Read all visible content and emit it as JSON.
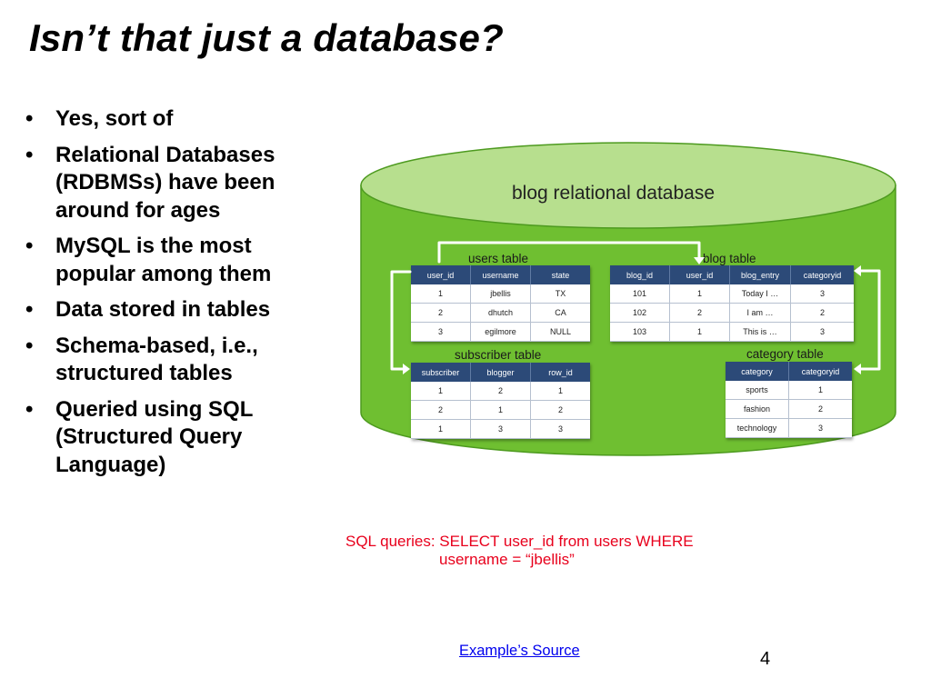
{
  "slide": {
    "title": "Isn’t that just a database?",
    "bullets": [
      "Yes, sort of",
      "Relational Databases (RDBMSs) have been around for ages",
      "MySQL is the most popular among them",
      "Data stored in tables",
      "Schema-based, i.e., structured tables",
      "Queried using SQL (Structured Query Language)"
    ],
    "bullet_symbol": "•",
    "sql_line1": "SQL queries: SELECT user_id from users WHERE",
    "sql_line2": "username = “jbellis”",
    "source_link": "Example’s Source",
    "page_number": "4"
  },
  "diagram": {
    "title": "blog relational database",
    "colors": {
      "cylinder_body": "#6fbf31",
      "cylinder_top": "#b7df8e",
      "table_header": "#2c4a78",
      "sql_text": "#e8001c"
    },
    "users_table": {
      "label": "users table",
      "headers": [
        "user_id",
        "username",
        "state"
      ],
      "rows": [
        [
          "1",
          "jbellis",
          "TX"
        ],
        [
          "2",
          "dhutch",
          "CA"
        ],
        [
          "3",
          "egilmore",
          "NULL"
        ]
      ]
    },
    "blog_table": {
      "label": "blog table",
      "headers": [
        "blog_id",
        "user_id",
        "blog_entry",
        "categoryid"
      ],
      "rows": [
        [
          "101",
          "1",
          "Today I …",
          "3"
        ],
        [
          "102",
          "2",
          "I am …",
          "2"
        ],
        [
          "103",
          "1",
          "This is …",
          "3"
        ]
      ]
    },
    "subscriber_table": {
      "label": "subscriber table",
      "headers": [
        "subscriber",
        "blogger",
        "row_id"
      ],
      "rows": [
        [
          "1",
          "2",
          "1"
        ],
        [
          "2",
          "1",
          "2"
        ],
        [
          "1",
          "3",
          "3"
        ]
      ]
    },
    "category_table": {
      "label": "category table",
      "headers": [
        "category",
        "categoryid"
      ],
      "rows": [
        [
          "sports",
          "1"
        ],
        [
          "fashion",
          "2"
        ],
        [
          "technology",
          "3"
        ]
      ]
    }
  }
}
